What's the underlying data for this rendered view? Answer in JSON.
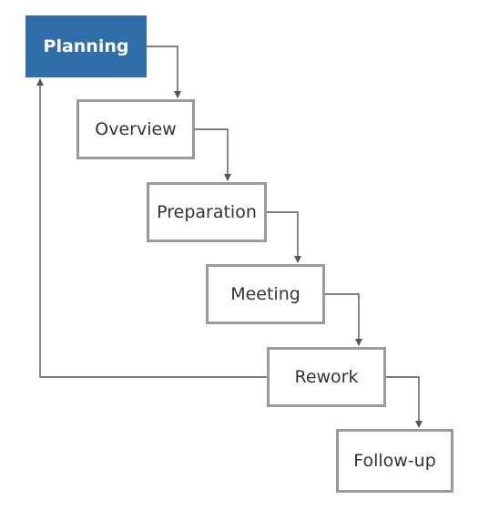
{
  "diagram": {
    "steps": [
      {
        "id": "planning",
        "label": "Planning"
      },
      {
        "id": "overview",
        "label": "Overview"
      },
      {
        "id": "preparation",
        "label": "Preparation"
      },
      {
        "id": "meeting",
        "label": "Meeting"
      },
      {
        "id": "rework",
        "label": "Rework"
      },
      {
        "id": "followup",
        "label": "Follow-up"
      }
    ],
    "colors": {
      "primary_fill": "#2f6ea9",
      "box_border": "#9a9a9a",
      "connector": "#555555",
      "text": "#333333"
    }
  }
}
